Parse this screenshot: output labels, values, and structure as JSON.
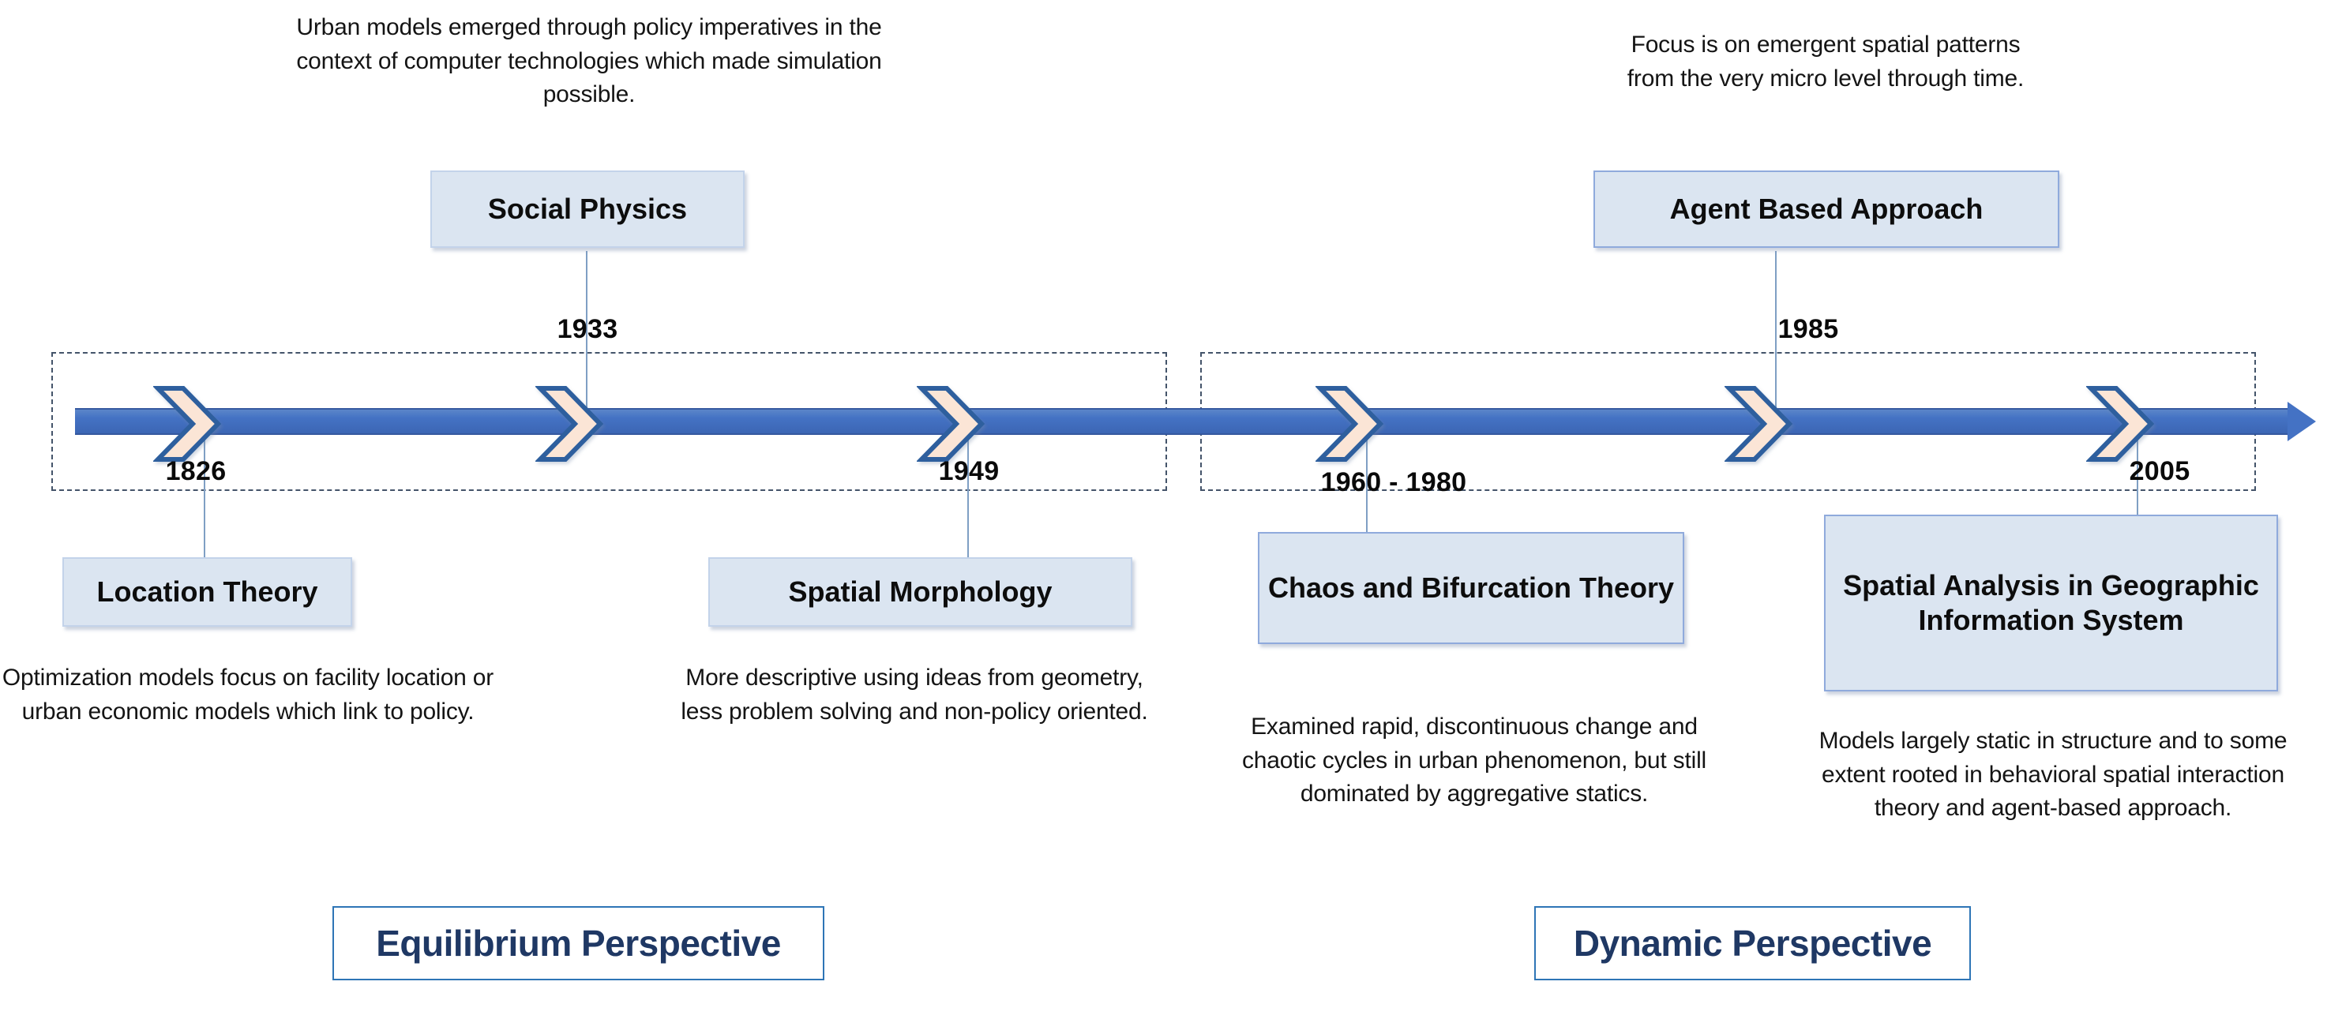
{
  "diagram": {
    "title": "Evolution of urban modelling approaches timeline",
    "colors": {
      "timeline_bar": "#4472c4",
      "chevron_fill": "#fbe5d6",
      "chevron_stroke": "#2e5f9e",
      "milestone_fill": "#dbe5f1",
      "milestone_border": "#8faadc",
      "group_box_border": "#44546a",
      "perspective_border": "#2e75b6",
      "perspective_text": "#1f3864",
      "connector": "#7f9fc4"
    },
    "events": [
      {
        "id": "location-theory",
        "year": "1826",
        "title": "Location Theory",
        "caption": "Optimization models focus on facility location or urban economic models which link to policy.",
        "side": "below"
      },
      {
        "id": "social-physics",
        "year": "1933",
        "title": "Social Physics",
        "caption": "Urban models emerged through policy imperatives in the context of computer technologies which made simulation possible.",
        "side": "above"
      },
      {
        "id": "spatial-morphology",
        "year": "1949",
        "title": "Spatial Morphology",
        "caption": "More descriptive using ideas from geometry, less problem solving and non-policy oriented.",
        "side": "below"
      },
      {
        "id": "chaos-bifurcation",
        "year": "1960 - 1980",
        "title": "Chaos and Bifurcation Theory",
        "caption": "Examined rapid, discontinuous change and chaotic cycles in urban phenomenon, but still dominated by aggregative statics.",
        "side": "below"
      },
      {
        "id": "agent-based",
        "year": "1985",
        "title": "Agent Based Approach",
        "caption": "Focus is on emergent spatial patterns from the very micro level through time.",
        "side": "above"
      },
      {
        "id": "spatial-analysis-gis",
        "year": "2005",
        "title": "Spatial Analysis in Geographic Information System",
        "caption": "Models largely static in structure and to some extent rooted in behavioral spatial interaction theory and agent-based approach.",
        "side": "below"
      }
    ],
    "perspectives": [
      {
        "id": "equilibrium",
        "label": "Equilibrium Perspective"
      },
      {
        "id": "dynamic",
        "label": "Dynamic Perspective"
      }
    ]
  }
}
